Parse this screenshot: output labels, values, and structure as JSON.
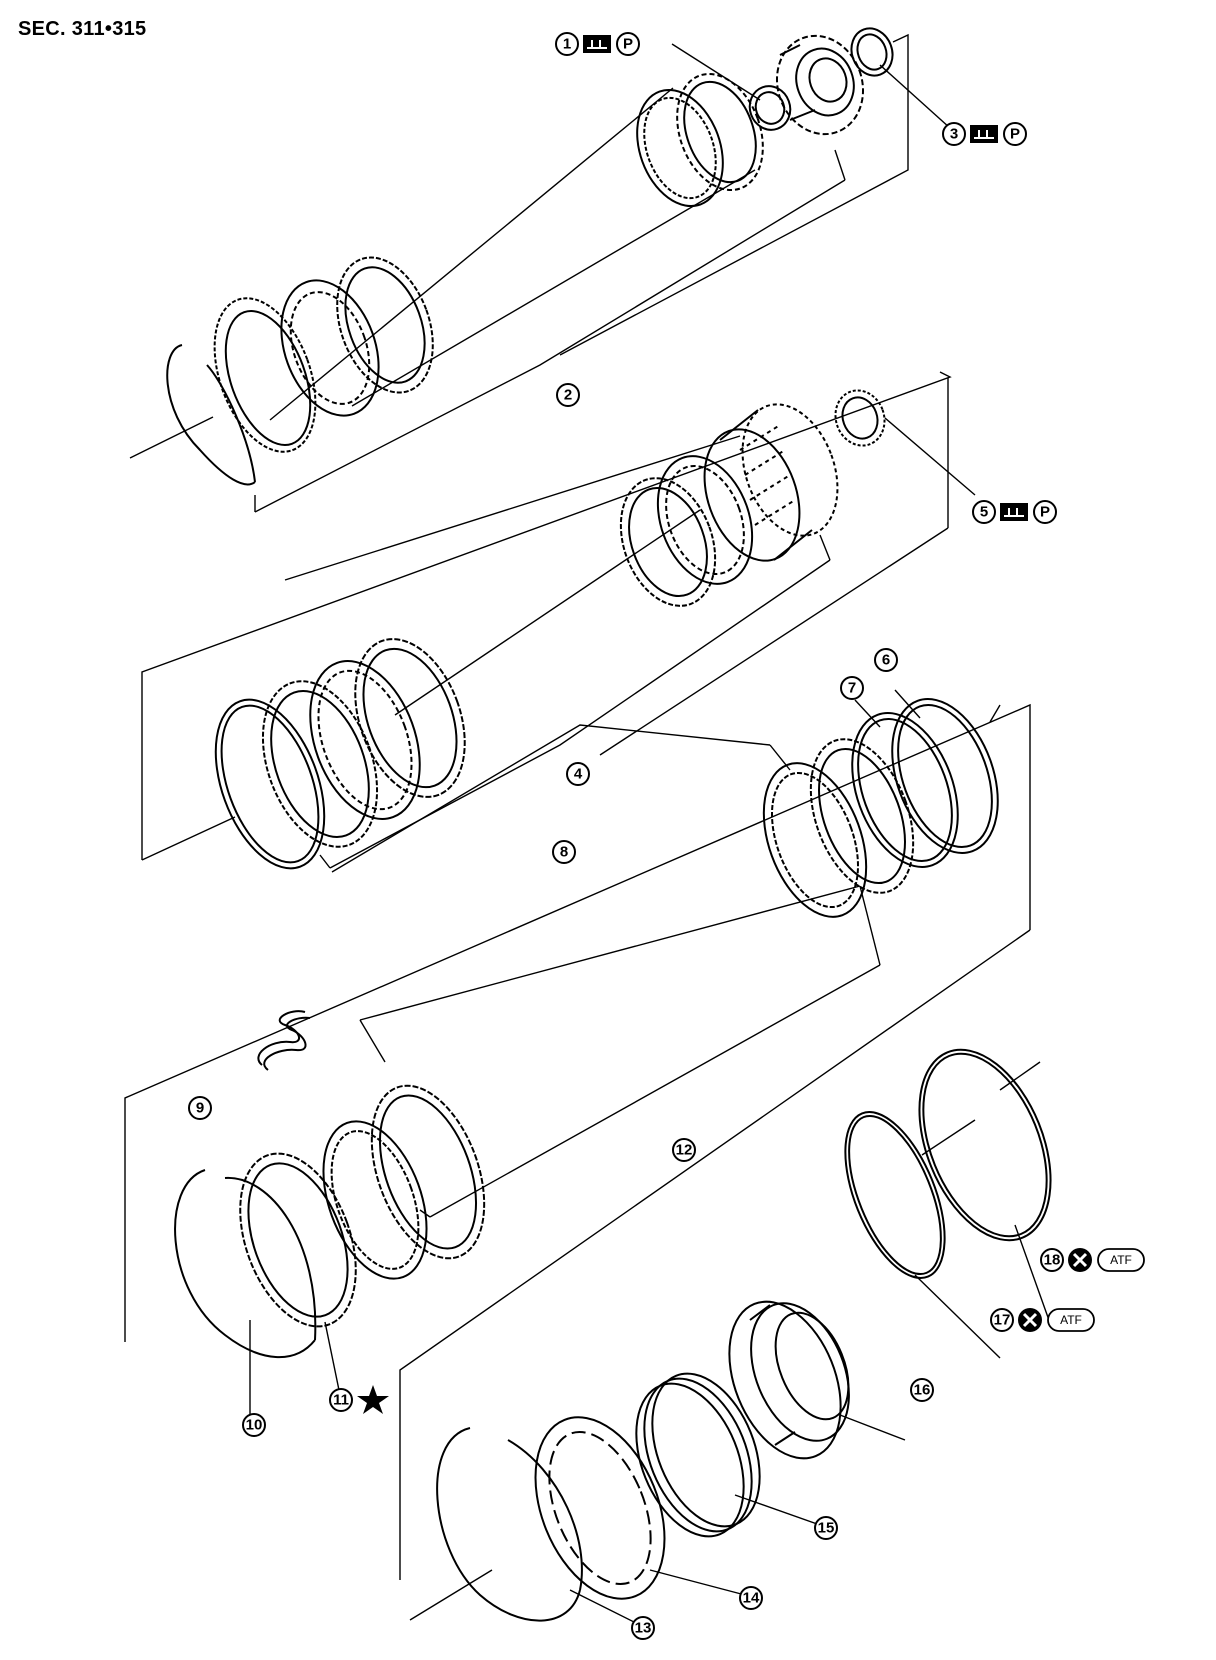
{
  "header": {
    "section_code": "SEC. 311•315"
  },
  "callouts": [
    {
      "id": "1",
      "label": "①",
      "symbols": [
        "tightening-torque-icon",
        "P"
      ]
    },
    {
      "id": "2",
      "label": "②"
    },
    {
      "id": "3",
      "label": "③",
      "symbols": [
        "tightening-torque-icon",
        "P"
      ]
    },
    {
      "id": "4",
      "label": "④"
    },
    {
      "id": "5",
      "label": "⑤",
      "symbols": [
        "tightening-torque-icon",
        "P"
      ]
    },
    {
      "id": "6",
      "label": "⑥"
    },
    {
      "id": "7",
      "label": "⑦"
    },
    {
      "id": "8",
      "label": "⑧"
    },
    {
      "id": "9",
      "label": "⑨"
    },
    {
      "id": "10",
      "label": "⑩"
    },
    {
      "id": "11",
      "label": "⑪",
      "symbols": [
        "star-icon"
      ]
    },
    {
      "id": "12",
      "label": "⑫"
    },
    {
      "id": "13",
      "label": "⑬"
    },
    {
      "id": "14",
      "label": "⑭"
    },
    {
      "id": "15",
      "label": "⑮"
    },
    {
      "id": "16",
      "label": "⑯"
    },
    {
      "id": "17",
      "label": "⑰",
      "symbols": [
        "do-not-reuse-icon",
        "ATF"
      ]
    },
    {
      "id": "18",
      "label": "⑱",
      "symbols": [
        "do-not-reuse-icon",
        "ATF"
      ]
    }
  ],
  "symbols": {
    "petroleum_jelly": "P",
    "fluid": "ATF"
  }
}
